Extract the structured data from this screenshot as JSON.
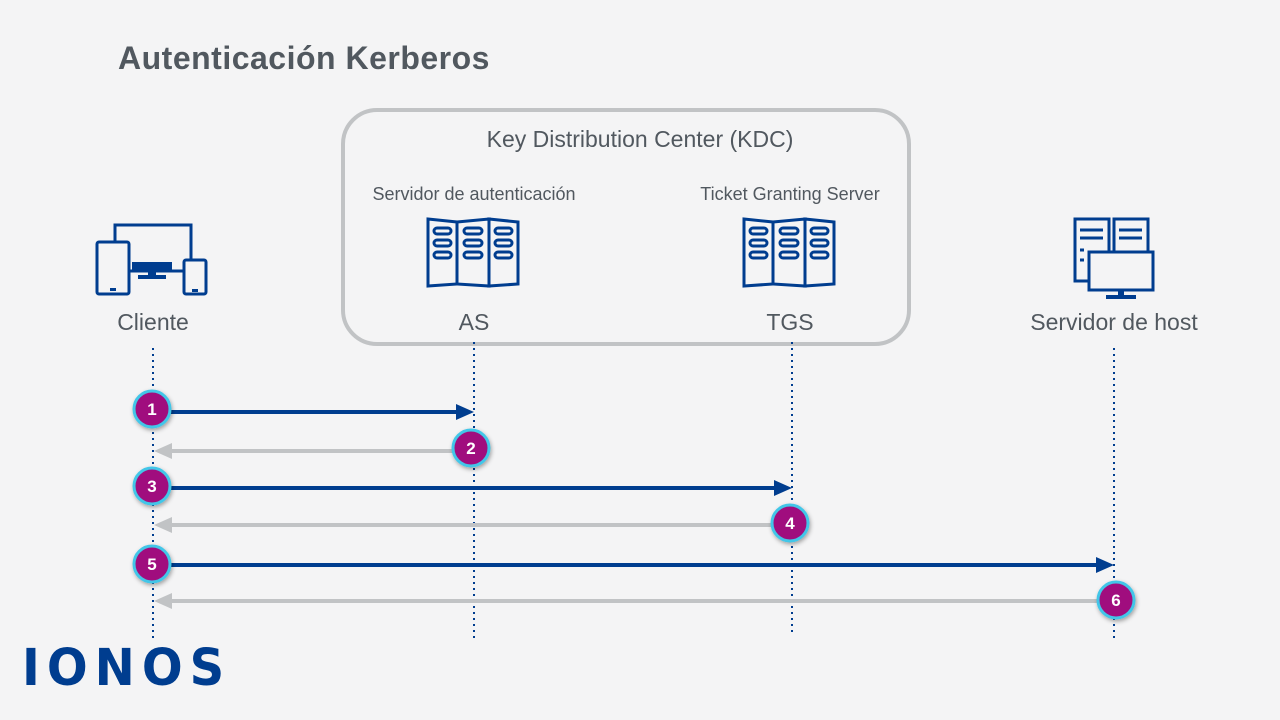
{
  "title": "Autenticación Kerberos",
  "kdc": {
    "title": "Key Distribution Center (KDC)",
    "as_subtitle": "Servidor de autenticación",
    "tgs_subtitle": "Ticket Granting Server"
  },
  "nodes": {
    "client": "Cliente",
    "as": "AS",
    "tgs": "TGS",
    "host": "Servidor de host"
  },
  "steps": [
    "1",
    "2",
    "3",
    "4",
    "5",
    "6"
  ],
  "logo": "IONOS",
  "colors": {
    "request_arrow": "#003d8f",
    "response_arrow": "#c1c3c5",
    "badge_fill": "#a0117e",
    "badge_ring": "#42c6e8",
    "text": "#51585f"
  },
  "icons": {
    "client": "devices-icon",
    "as": "server-rack-icon",
    "tgs": "server-rack-icon",
    "host": "host-server-icon"
  }
}
